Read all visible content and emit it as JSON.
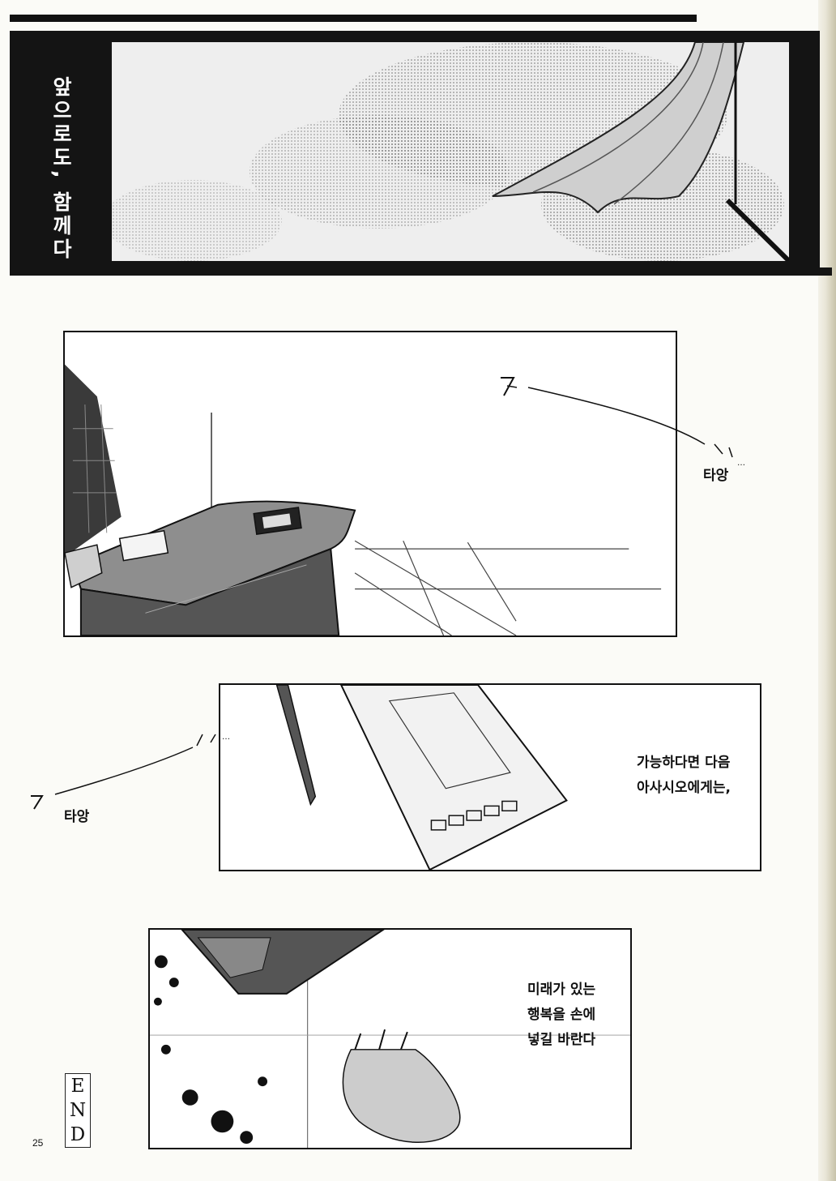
{
  "header": {
    "title": "앞으로도, 함께다"
  },
  "panels": {
    "desk": {
      "sfx_label": "타앙"
    },
    "paper": {
      "sfx_label": "타앙",
      "dialogue_lines": [
        "가능하다면 다음",
        "아사시오에게는,"
      ]
    },
    "gun": {
      "dialogue_lines": [
        "미래가 있는",
        "행복을 손에",
        "넣길 바란다"
      ]
    }
  },
  "end_mark": {
    "letters": [
      "E",
      "N",
      "D"
    ]
  },
  "page_number": "25"
}
